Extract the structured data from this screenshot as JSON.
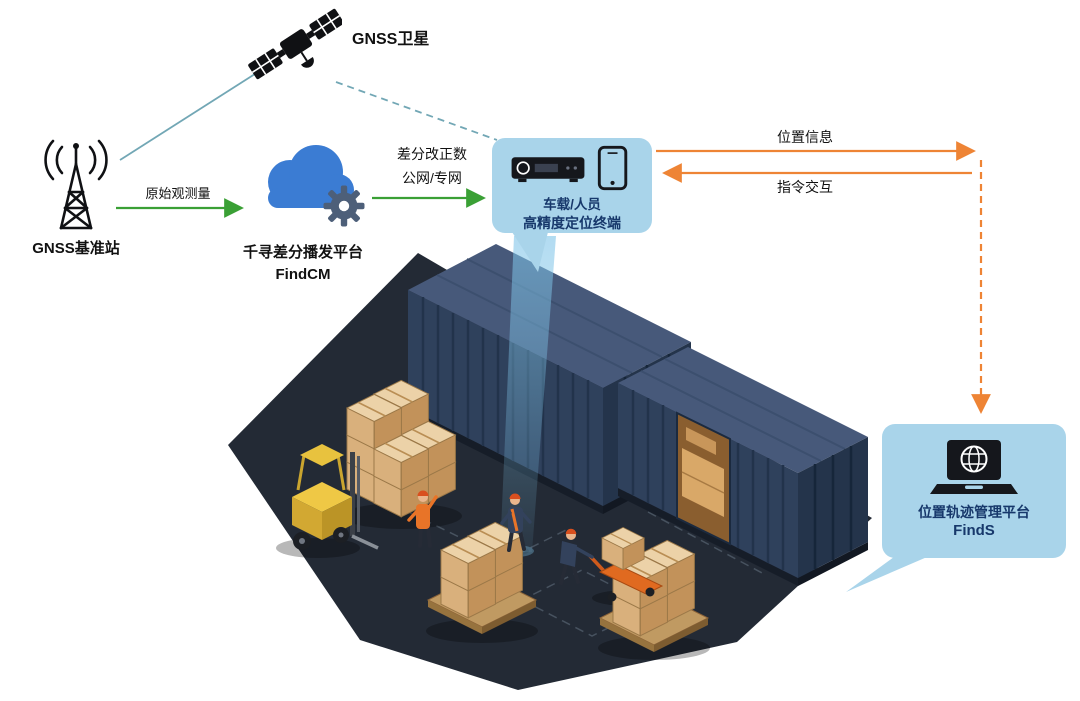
{
  "nodes": {
    "satellite": {
      "label": "GNSS卫星"
    },
    "base_station": {
      "label": "GNSS基准站"
    },
    "cloud": {
      "name": "千寻差分播发平台",
      "product": "FindCM"
    },
    "terminal": {
      "line1": "车载/人员",
      "line2": "高精度定位终端"
    },
    "platform": {
      "name": "位置轨迹管理平台",
      "product": "FindS"
    }
  },
  "links": {
    "raw_observation": {
      "label": "原始观测量"
    },
    "corrections": {
      "line1": "差分改正数",
      "line2": "公网/专网"
    },
    "position_info": {
      "label": "位置信息"
    },
    "command": {
      "label": "指令交互"
    }
  },
  "colors": {
    "arrow_green": "#3aa035",
    "arrow_orange": "#ee8435",
    "line_teal": "#72a7b5",
    "bubble_blue": "#a9d4ea",
    "text_navy": "#17386b",
    "cloud_blue": "#3b7cd3",
    "gear_gray": "#4d5f79",
    "floor_dark": "#232a35",
    "container_blue": "#2f415c",
    "carton_tan": "#d9b07c"
  }
}
